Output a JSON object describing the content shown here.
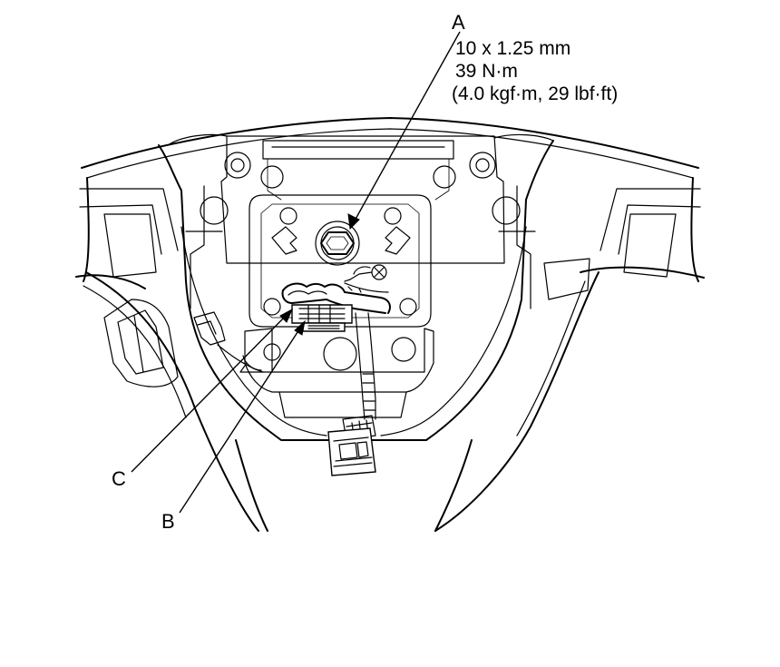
{
  "callouts": {
    "a": {
      "letter": "A",
      "spec": [
        "10 x 1.25 mm",
        "39 N·m",
        "(4.0 kgf·m, 29 lbf·ft)"
      ]
    },
    "b": {
      "letter": "B"
    },
    "c": {
      "letter": "C"
    }
  }
}
